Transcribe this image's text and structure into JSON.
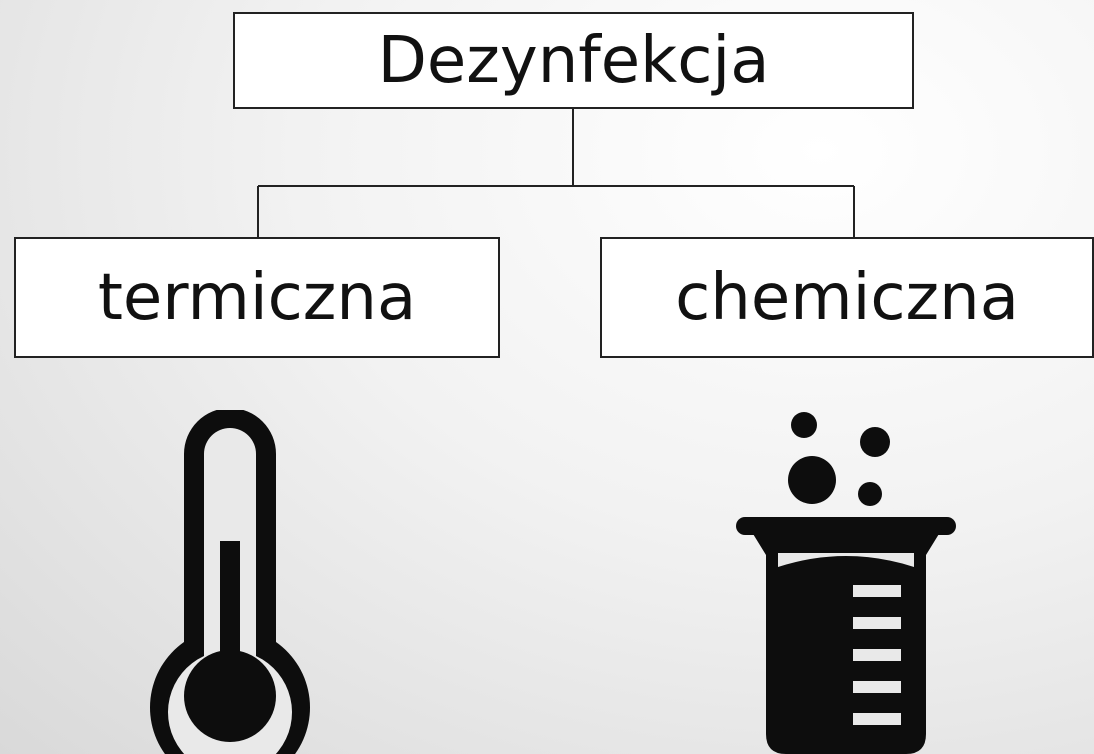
{
  "diagram": {
    "root": {
      "label": "Dezynfekcja"
    },
    "branches": [
      {
        "label": "termiczna",
        "icon": "thermometer-icon"
      },
      {
        "label": "chemiczna",
        "icon": "beaker-icon"
      }
    ]
  },
  "colors": {
    "line": "#222222",
    "icon": "#0d0d0d",
    "box_fill": "#ffffff"
  }
}
